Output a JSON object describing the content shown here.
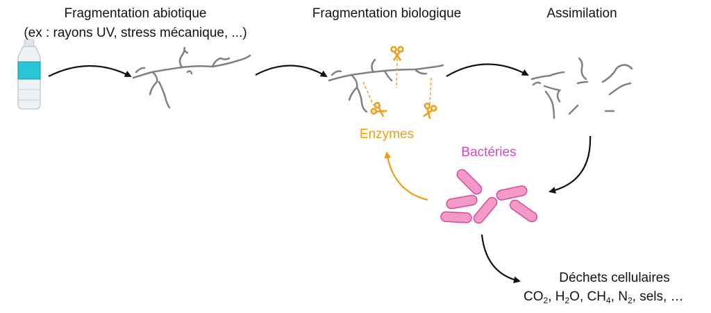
{
  "stages": {
    "abiotic": {
      "title": "Fragmentation abiotique",
      "subtitle": "(ex : rayons UV, stress mécanique, ...)"
    },
    "biologic": {
      "title": "Fragmentation biologique"
    },
    "assimilation": {
      "title": "Assimilation"
    }
  },
  "enzymes_label": "Enzymes",
  "bacteria_label": "Bactéries",
  "waste": {
    "title": "Déchets cellulaires",
    "products": [
      {
        "base": "CO",
        "sub": "2"
      },
      {
        "base": "H",
        "sub": "2",
        "tail": "O"
      },
      {
        "base": "CH",
        "sub": "4"
      },
      {
        "base": "N",
        "sub": "2"
      },
      {
        "base": "sels"
      },
      {
        "base": "…"
      }
    ]
  },
  "colors": {
    "arrow": "#111111",
    "enzyme": "#f39c12",
    "bacteria": "#e040c8",
    "bacteria_fill": "#f49ac9",
    "bacteria_stroke": "#d94a9c",
    "polymer": "#808080",
    "bottle_label": "#29c7d6"
  },
  "icons": [
    "plastic-bottle-icon",
    "scissors-icon",
    "bacterium-icon"
  ]
}
